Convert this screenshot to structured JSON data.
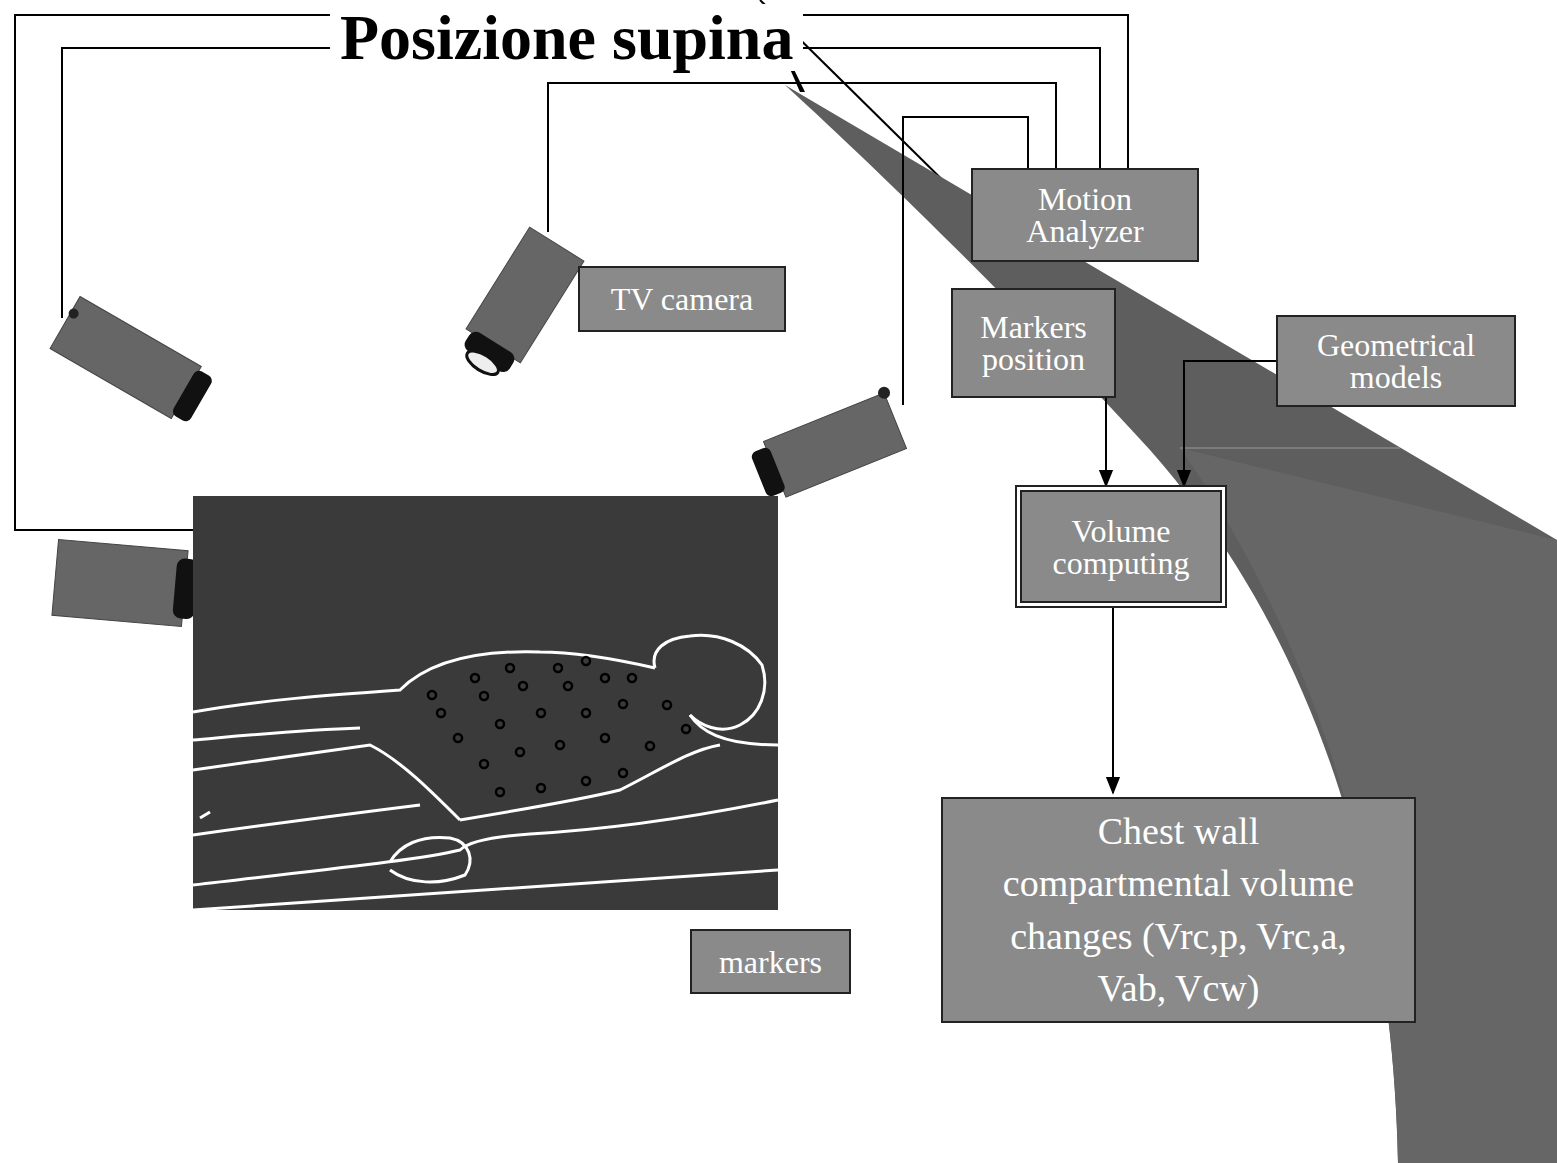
{
  "diagram": {
    "title": "Posizione supina",
    "nodes": [
      {
        "text": [
          "Motion Analyzer"
        ]
      },
      {
        "text": [
          "TV camera"
        ]
      },
      {
        "text": [
          "Markers position"
        ]
      },
      {
        "text": [
          "Geometrical models"
        ]
      },
      {
        "text": [
          "Volume computing"
        ]
      },
      {
        "text": [
          "Chest wall compartmental volume changes (Vrc,p, Vrc,a, Vab, Vcw)"
        ]
      },
      {
        "text": [
          "markers"
        ]
      }
    ],
    "edges": [
      {
        "from": 2,
        "to": 4,
        "arrow": "to"
      },
      {
        "from": 3,
        "to": 4,
        "arrow": "to"
      },
      {
        "from": 4,
        "to": 5,
        "arrow": "to"
      }
    ]
  }
}
